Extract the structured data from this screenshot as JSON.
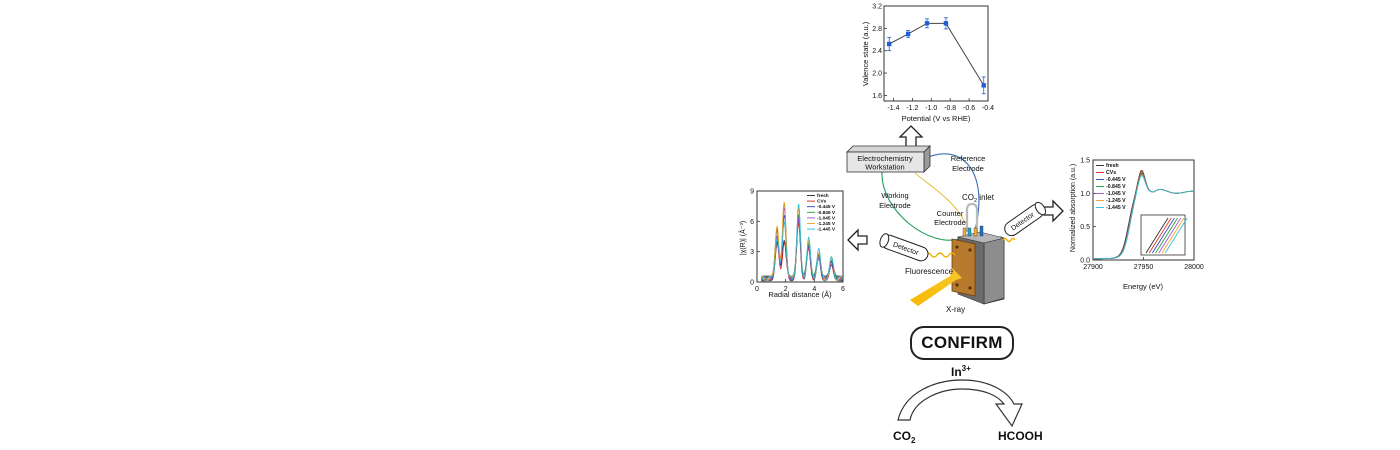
{
  "top_chart": {
    "ylabel": "Valence state (a.u.)",
    "xlabel": "Potential (V vs RHE)",
    "yticks": [
      "1.6",
      "2.0",
      "2.4",
      "2.8",
      "3.2"
    ],
    "xticks": [
      "-1.4",
      "-1.2",
      "-1.0",
      "-0.8",
      "-0.6",
      "-0.4"
    ]
  },
  "left_chart": {
    "ylabel": "|χ(R)| (Å⁻³)",
    "xlabel": "Radial distance (Å)",
    "yticks": [
      "0",
      "3",
      "6",
      "9"
    ],
    "xticks": [
      "0",
      "2",
      "4",
      "6"
    ]
  },
  "right_chart": {
    "ylabel": "Normalized absorption (a.u.)",
    "xlabel": "Energy (eV)",
    "yticks": [
      "0.0",
      "0.5",
      "1.0",
      "1.5"
    ],
    "xticks": [
      "27900",
      "27950",
      "28000"
    ]
  },
  "legend": [
    "fresh",
    "CVs",
    "-0.445 V",
    "-0.845 V",
    "-1.045 V",
    "-1.245 V",
    "-1.445 V"
  ],
  "setup": {
    "workstation": [
      "Electrochemistry",
      "Workstation"
    ],
    "reference": [
      "Reference",
      "Electrode"
    ],
    "working": [
      "Working",
      "Electrode"
    ],
    "counter": [
      "Counter",
      "Electrode"
    ],
    "co2_inlet_prefix": "CO",
    "co2_inlet_sub": "2",
    "co2_inlet_suffix": " inlet",
    "detector_left": "Detector",
    "detector_right": "Detector",
    "fluorescence": "Fluorescence",
    "xray": "X-ray"
  },
  "confirm": "CONFIRM",
  "reaction": {
    "catalyst": "In",
    "catalyst_sup": "3+",
    "reactant": "CO",
    "reactant_sub": "2",
    "product": "HCOOH"
  },
  "chart_data": [
    {
      "type": "line",
      "xlabel": "Potential (V vs RHE)",
      "ylabel": "Valence state (a.u.)",
      "x": [
        -1.445,
        -1.245,
        -1.045,
        -0.845,
        -0.445
      ],
      "y": [
        2.52,
        2.7,
        2.89,
        2.89,
        1.78
      ],
      "error": [
        0.12,
        0.06,
        0.08,
        0.1,
        0.15
      ],
      "xlim": [
        -1.5,
        -0.4
      ],
      "ylim": [
        1.5,
        3.2
      ],
      "color": "#1f5fd6"
    },
    {
      "type": "line",
      "xlabel": "Radial distance (Å)",
      "ylabel": "|χ(R)| (Å⁻³)",
      "xlim": [
        0,
        6
      ],
      "ylim": [
        0,
        9
      ],
      "series": [
        {
          "name": "fresh",
          "peaks": [
            [
              1.4,
              3.6
            ],
            [
              1.9,
              4.0
            ],
            [
              2.9,
              5.6
            ],
            [
              3.6,
              3.0
            ],
            [
              4.3,
              2.1
            ],
            [
              5.2,
              1.6
            ]
          ]
        },
        {
          "name": "CVs",
          "peaks": [
            [
              1.4,
              3.2
            ],
            [
              1.9,
              3.7
            ],
            [
              2.9,
              5.2
            ],
            [
              3.6,
              2.7
            ],
            [
              4.3,
              2.0
            ],
            [
              5.2,
              1.5
            ]
          ]
        },
        {
          "name": "-0.445 V",
          "peaks": [
            [
              1.4,
              4.6
            ],
            [
              1.9,
              6.2
            ],
            [
              2.9,
              6.0
            ],
            [
              3.6,
              3.2
            ],
            [
              4.3,
              2.3
            ],
            [
              5.2,
              1.6
            ]
          ]
        },
        {
          "name": "-0.845 V",
          "peaks": [
            [
              1.4,
              5.0
            ],
            [
              1.9,
              7.2
            ],
            [
              2.9,
              6.5
            ],
            [
              3.6,
              3.6
            ],
            [
              4.3,
              2.5
            ],
            [
              5.2,
              1.8
            ]
          ]
        },
        {
          "name": "-1.045 V",
          "peaks": [
            [
              1.4,
              4.4
            ],
            [
              1.9,
              6.8
            ],
            [
              2.9,
              6.2
            ],
            [
              3.6,
              3.3
            ],
            [
              4.3,
              2.2
            ],
            [
              5.2,
              1.7
            ]
          ]
        },
        {
          "name": "-1.245 V",
          "peaks": [
            [
              1.4,
              5.4
            ],
            [
              1.9,
              7.6
            ],
            [
              2.9,
              7.0
            ],
            [
              3.6,
              3.8
            ],
            [
              4.3,
              2.6
            ],
            [
              5.2,
              1.9
            ]
          ]
        },
        {
          "name": "-1.445 V",
          "peaks": [
            [
              1.4,
              4.0
            ],
            [
              1.9,
              5.8
            ],
            [
              2.9,
              7.2
            ],
            [
              3.6,
              3.9
            ],
            [
              4.3,
              2.8
            ],
            [
              5.2,
              2.0
            ]
          ]
        }
      ]
    },
    {
      "type": "line",
      "xlabel": "Energy (eV)",
      "ylabel": "Normalized absorption (a.u.)",
      "xlim": [
        27900,
        28000
      ],
      "ylim": [
        0,
        1.5
      ],
      "edge": 27935,
      "white_line_peak": [
        27948,
        1.32
      ],
      "series": [
        {
          "name": "fresh",
          "peak": 1.34
        },
        {
          "name": "CVs",
          "peak": 1.33
        },
        {
          "name": "-0.445 V",
          "peak": 1.3
        },
        {
          "name": "-0.845 V",
          "peak": 1.31
        },
        {
          "name": "-1.045 V",
          "peak": 1.29
        },
        {
          "name": "-1.245 V",
          "peak": 1.28
        },
        {
          "name": "-1.445 V",
          "peak": 1.27
        }
      ]
    }
  ],
  "series_colors": [
    "#222222",
    "#e2231a",
    "#2a3dbd",
    "#1f9a3a",
    "#9b4dca",
    "#f0a01a",
    "#22b9d8"
  ]
}
